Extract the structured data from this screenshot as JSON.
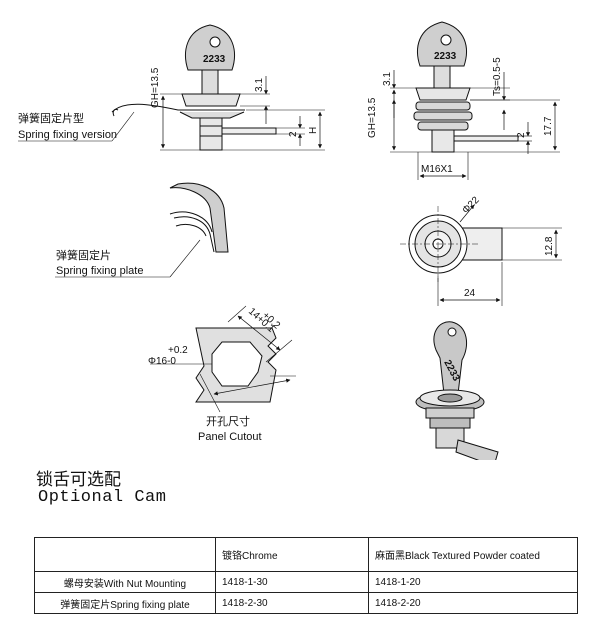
{
  "drawing": {
    "key_number": "2233",
    "dim_gh_left": "GH=13.5",
    "dim_31_left": "3.1",
    "dim_2_left": "2",
    "dim_h_left": "H",
    "label_spring_version_cn": "弹簧固定片型",
    "label_spring_version_en": "Spring fixing version",
    "dim_31_right": "3.1",
    "dim_ts_right": "Ts=0.5-5",
    "dim_gh_right": "GH=13.5",
    "dim_2_right": "2",
    "dim_177_right": "17.7",
    "dim_thread": "M16X1",
    "label_spring_plate_cn": "弹簧固定片",
    "label_spring_plate_en": "Spring fixing plate",
    "dim_dia22": "Φ22",
    "dim_128": "12.8",
    "dim_24": "24",
    "dim_cut_a": "+0.2",
    "dim_cut_b": "14+0.1",
    "dim_cut_c": "+0.2",
    "dim_cut_d": "Φ16-0",
    "label_cutout_cn": "开孔尺寸",
    "label_cutout_en": "Panel Cutout"
  },
  "captions": {
    "optional_cam_cn": "锁舌可选配",
    "optional_cam_en": "Optional Cam"
  },
  "table": {
    "headers": [
      "",
      "镀铬Chrome",
      "麻面黑Black Textured Powder coated"
    ],
    "rows": [
      [
        "螺母安装With Nut Mounting",
        "1418-1-30",
        "1418-1-20"
      ],
      [
        "弹簧固定片Spring fixing plate",
        "1418-2-30",
        "1418-2-20"
      ]
    ]
  }
}
